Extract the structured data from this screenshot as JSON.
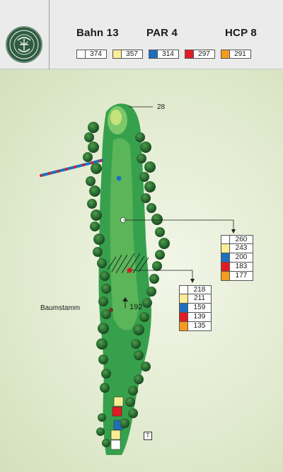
{
  "header": {
    "hole": "Bahn 13",
    "par": "PAR 4",
    "hcp": "HCP 8"
  },
  "colors": {
    "white": "#ffffff",
    "yellow": "#fbec96",
    "blue": "#1f6fc0",
    "red": "#e21b22",
    "orange": "#f39c1e"
  },
  "tees": [
    {
      "color": "white",
      "value": "374"
    },
    {
      "color": "yellow",
      "value": "357"
    },
    {
      "color": "blue",
      "value": "314"
    },
    {
      "color": "red",
      "value": "297"
    },
    {
      "color": "orange",
      "value": "291"
    }
  ],
  "map": {
    "green_depth": "28",
    "marker_upper": [
      {
        "color": "white",
        "value": "260"
      },
      {
        "color": "yellow",
        "value": "243"
      },
      {
        "color": "blue",
        "value": "200"
      },
      {
        "color": "red",
        "value": "183"
      },
      {
        "color": "orange",
        "value": "177"
      }
    ],
    "marker_lower": [
      {
        "color": "white",
        "value": "218"
      },
      {
        "color": "yellow",
        "value": "211"
      },
      {
        "color": "blue",
        "value": "159"
      },
      {
        "color": "red",
        "value": "139"
      },
      {
        "color": "orange",
        "value": "135"
      }
    ],
    "hazard_label": "Baumstamm",
    "hazard_distance": "192",
    "tee_marker": "T"
  }
}
